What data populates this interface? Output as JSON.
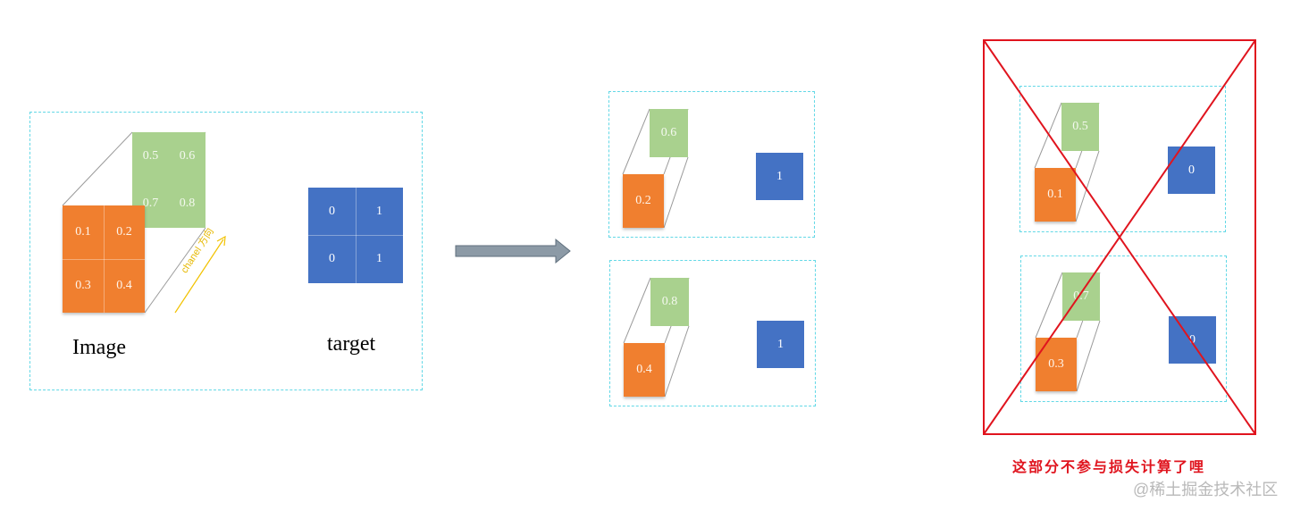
{
  "left_panel": {
    "image_label": "Image",
    "target_label": "target",
    "channel_label": "chanel 方向",
    "back_values": [
      "0.5",
      "0.6",
      "0.7",
      "0.8"
    ],
    "front_values": [
      "0.1",
      "0.2",
      "0.3",
      "0.4"
    ],
    "target_values": [
      "0",
      "1",
      "0",
      "1"
    ]
  },
  "middle_panel": {
    "pairs": [
      {
        "back": "0.6",
        "front": "0.2",
        "target": "1"
      },
      {
        "back": "0.8",
        "front": "0.4",
        "target": "1"
      }
    ]
  },
  "right_panel": {
    "pairs": [
      {
        "back": "0.5",
        "front": "0.1",
        "target": "0"
      },
      {
        "back": "0.7",
        "front": "0.3",
        "target": "0"
      }
    ],
    "note": "这部分不参与损失计算了哩"
  },
  "watermark": "@稀土掘金技术社区",
  "colors": {
    "frame": "#62d8e6",
    "green": "#a9d18e",
    "orange": "#f07f2f",
    "blue": "#4472c4",
    "arrow": "#8c9aa6",
    "cross": "#e0141e",
    "channel_arrow": "#f2c200"
  }
}
